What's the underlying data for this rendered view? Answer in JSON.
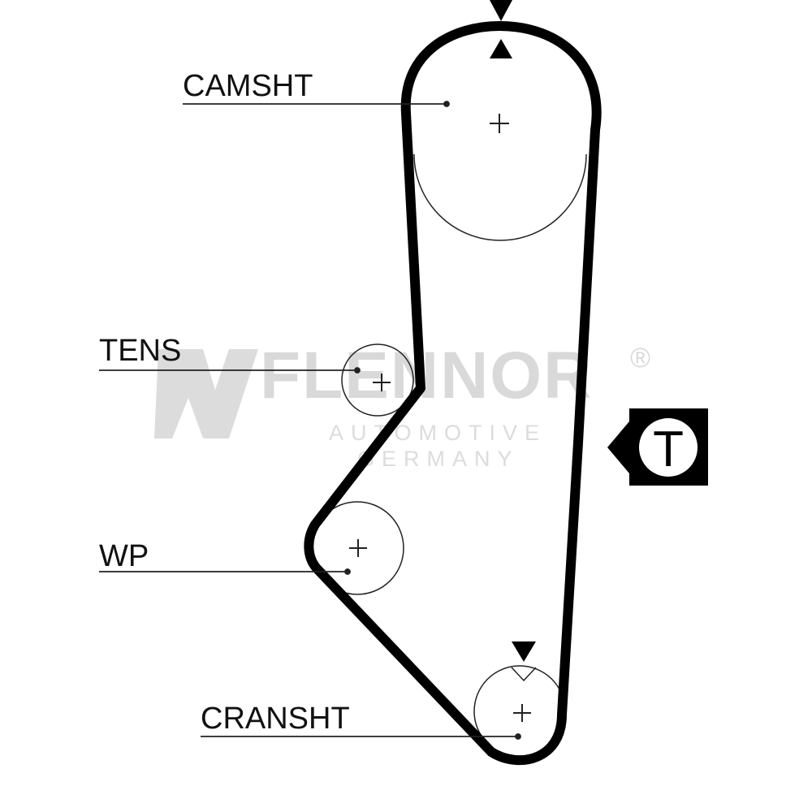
{
  "labels": {
    "camshaft": "CAMSHT",
    "tensioner": "TENS",
    "water_pump": "WP",
    "crankshaft": "CRANSHT"
  },
  "watermark": {
    "brand": "FLENNOR",
    "registered": "®",
    "line1": "AUTOMOTIVE",
    "line2": "GERMANY"
  },
  "tension_badge": {
    "letter": "T"
  },
  "colors": {
    "belt": "#000000",
    "pulley": "#222222",
    "watermark": "#d9d9d9"
  }
}
